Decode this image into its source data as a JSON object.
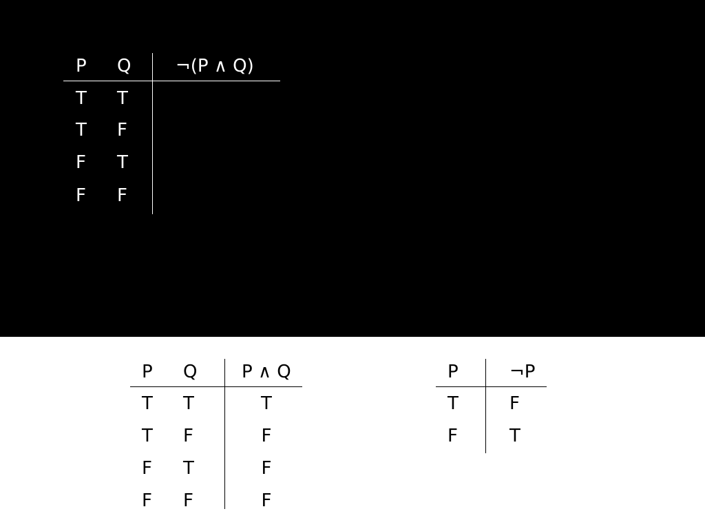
{
  "table_not_and": {
    "headers": [
      "P",
      "Q",
      "¬(P ∧ Q)"
    ],
    "rows": [
      [
        "T",
        "T"
      ],
      [
        "T",
        "F"
      ],
      [
        "F",
        "T"
      ],
      [
        "F",
        "F"
      ]
    ]
  },
  "table_and": {
    "headers": [
      "P",
      "Q",
      "P ∧ Q"
    ],
    "rows": [
      [
        "T",
        "T",
        "T"
      ],
      [
        "T",
        "F",
        "F"
      ],
      [
        "F",
        "T",
        "F"
      ],
      [
        "F",
        "F",
        "F"
      ]
    ]
  },
  "table_not": {
    "headers": [
      "P",
      "¬P"
    ],
    "rows": [
      [
        "T",
        "F"
      ],
      [
        "F",
        "T"
      ]
    ]
  },
  "colors": {
    "top_background": "#000000",
    "top_text": "#ffffff",
    "bottom_background": "#ffffff",
    "bottom_text": "#000000"
  }
}
